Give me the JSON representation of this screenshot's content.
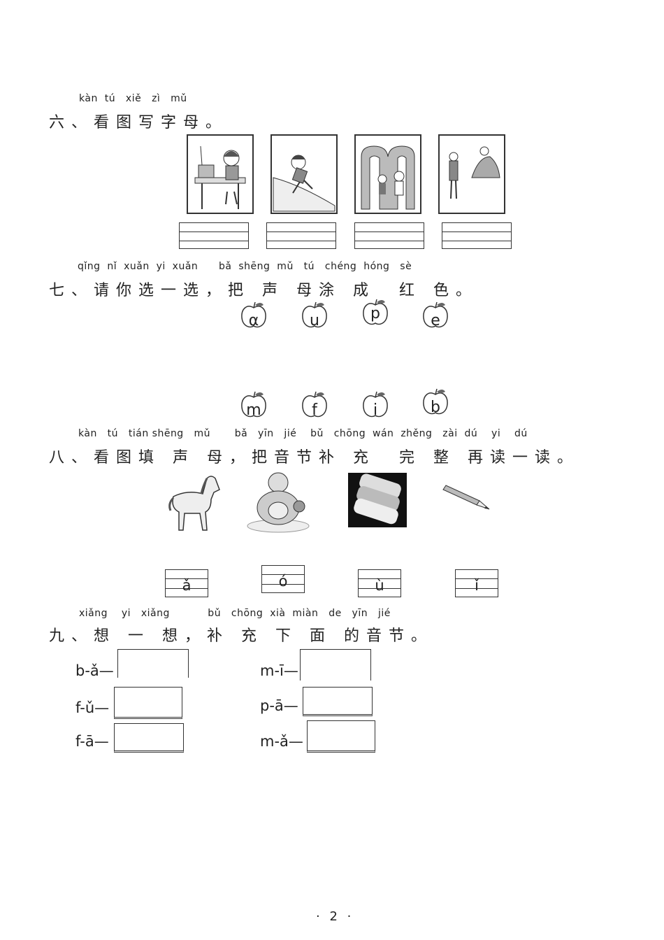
{
  "section6": {
    "pinyin": "kàn  tú   xiě   zì   mǔ",
    "heading": "六、看图写字母。"
  },
  "section7": {
    "pinyin": "qǐng  nǐ  xuǎn  yi  xuǎn      bǎ  shēng  mǔ   tú   chéng  hóng   sè",
    "heading": "七、请你选一选，把 声 母涂 成  红 色。",
    "apples_row1": [
      "α",
      "u",
      "p",
      "e"
    ],
    "apples_row2": [
      "m",
      "f",
      "i",
      "b"
    ]
  },
  "section8": {
    "pinyin": "kàn   tú   tián shēng   mǔ       bǎ   yīn   jié    bǔ   chōng  wán  zhěng   zài  dú    yi    dú",
    "heading": "八、看图填 声 母，把音节补 充  完 整 再读一读。",
    "boxes": [
      "ǎ",
      "ó",
      "ù",
      "ǐ"
    ]
  },
  "section9": {
    "pinyin": "xiǎng    yi   xiǎng           bǔ   chōng  xià  miàn   de   yīn   jié",
    "heading": "九、想 一 想，补 充 下 面 的音节。",
    "left": [
      "b-ǎ—",
      "f-ǔ—",
      "f-ā—"
    ],
    "right": [
      "m-ī—",
      "p-ā—",
      "m-ǎ—"
    ]
  },
  "page_number": "· 2 ·",
  "icons": {
    "picture1": "girl-at-table-icon",
    "picture2": "child-on-slope-icon",
    "picture3": "letter-m-gate-icon",
    "picture4": "people-meeting-icon",
    "apple": "apple-icon",
    "horse": "horse-icon",
    "buddha": "laughing-buddha-icon",
    "cloth": "cloth-rolls-icon",
    "pencil": "pencil-icon"
  }
}
